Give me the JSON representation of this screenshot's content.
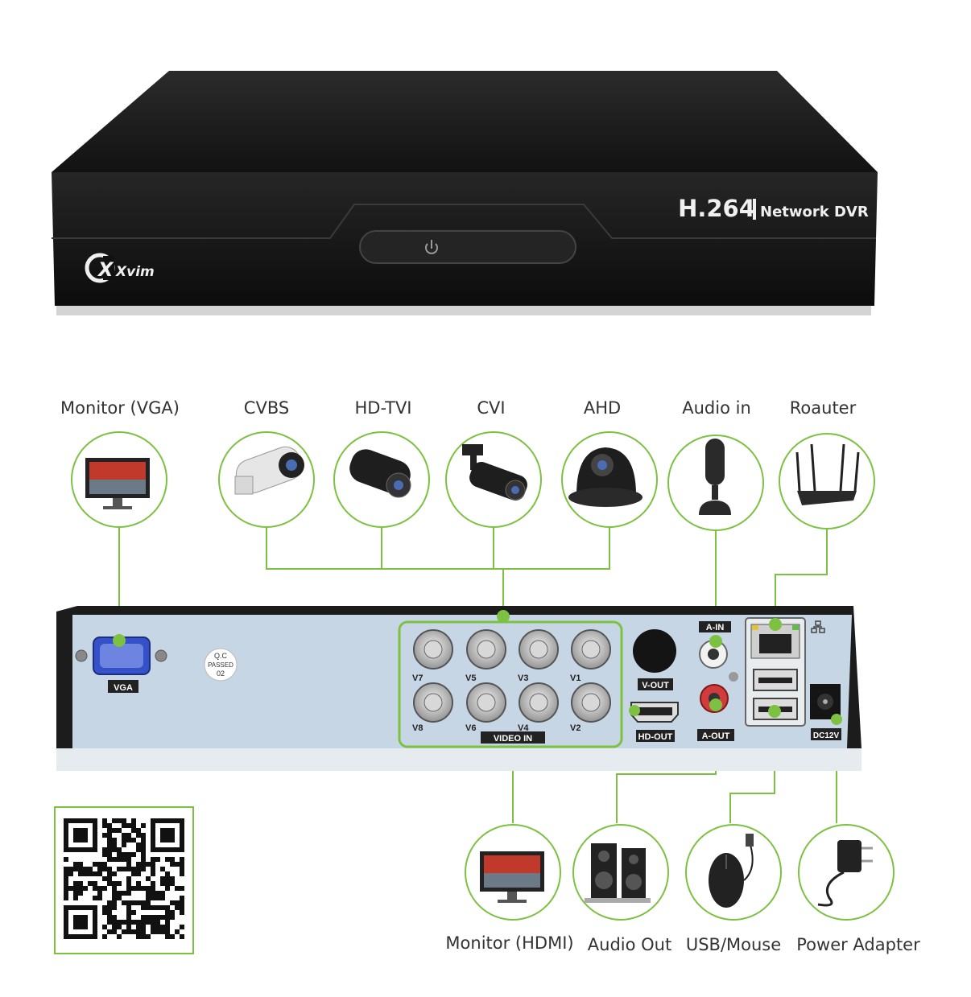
{
  "front_panel": {
    "codec": "H.264",
    "model": "Network DVR",
    "brand": "Xvim"
  },
  "top_labels": [
    "Monitor (VGA)",
    "CVBS",
    "HD-TVI",
    "CVI",
    "AHD",
    "Audio in",
    "Roauter"
  ],
  "bottom_labels": [
    "Monitor (HDMI)",
    "Audio Out",
    "USB/Mouse",
    "Power Adapter"
  ],
  "back_panel": {
    "vga": "VGA",
    "qc": [
      "Q.C",
      "PASSED",
      "02"
    ],
    "bnc_top": [
      "V7",
      "V5",
      "V3",
      "V1"
    ],
    "bnc_bottom": [
      "V8",
      "V6",
      "V4",
      "V2"
    ],
    "video_in": "VIDEO IN",
    "v_out": "V-OUT",
    "hd_out": "HD-OUT",
    "a_in": "A-IN",
    "a_out": "A-OUT",
    "dc": "DC12V"
  },
  "colors": {
    "accent": "#7dc142",
    "dvr_body": "#1b1b1b",
    "back_plate": "#c7d6e4"
  }
}
